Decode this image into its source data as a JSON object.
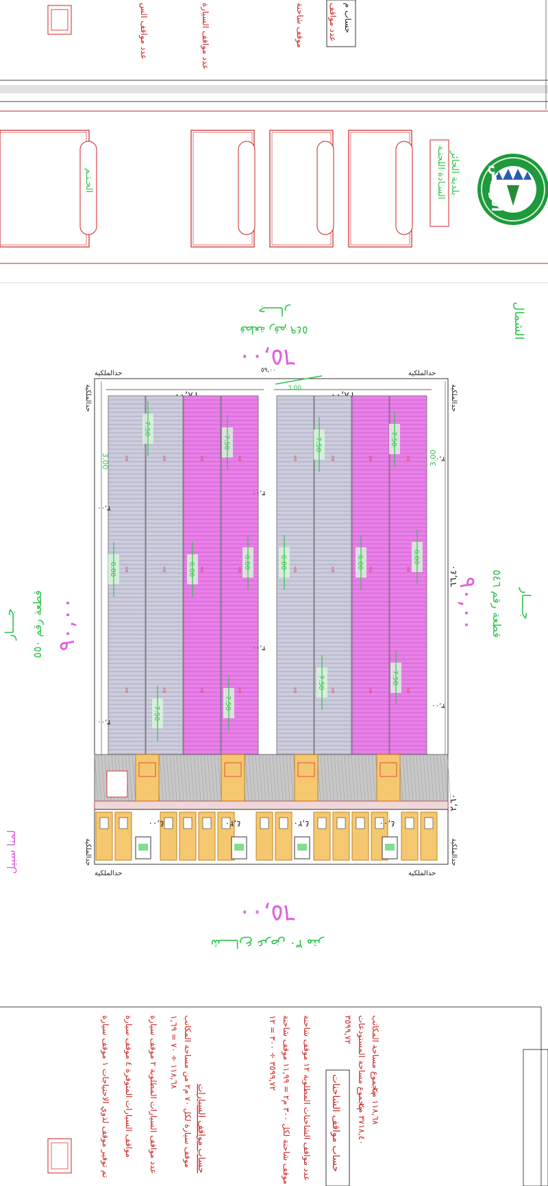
{
  "sheet": {
    "municipality_name": "بلدية الحائر",
    "committee_label": "السـادة اللجنـة",
    "seal_label": "الخـتـم",
    "logo_text": "الرياض"
  },
  "drawing": {
    "north_label": "الشمال",
    "top_neighbor": {
      "label": "جــــار",
      "plot": "قطعة رقم ٥٤٩",
      "length": "٦٥,٠٠"
    },
    "bottom_street": {
      "length": "٦٥,٠٠",
      "label": "شــــارع عرض ٣٠ متر"
    },
    "left_neighbor": {
      "label": "جــــار",
      "plot": "قطعة رقم ٥٥٠",
      "length": "٩٠,٠٠"
    },
    "right_neighbor": {
      "label": "جــــار",
      "plot": "قطعة رقم ٥٤٦",
      "length": "٩٠,٠٠"
    },
    "boundary_label": "حدالملكية",
    "top_dim_small": "٥٩,٠٠",
    "half_width_dims": [
      "٢٨,٠٠",
      "٢٨,٠٠"
    ],
    "side_dims": [
      "٦٦,٤٠",
      "٢,٦٠",
      "٣,٠٠",
      "٣,٠٠",
      "٣,٠٠"
    ],
    "bay_dims": [
      "7.50",
      "6.00",
      "3.00"
    ],
    "driveway_dims": [
      "٤,٢٠",
      "٤,٠٠"
    ],
    "bottom_left_text": "لمنا سبيل",
    "colors": {
      "gray_bay": "#ccccdd",
      "magenta_bay": "#e880e8",
      "parking": "#f5c870",
      "paving": "#aaaaaa",
      "red_line": "#e03030",
      "green_text": "#2ec44a"
    }
  },
  "table_top": {
    "lines": [
      "عدد مواقف",
      "موقف شاحنة",
      "عدد مواقف السيارة",
      "عدد مواقف الس",
      "حساب م"
    ]
  },
  "table_bottom": {
    "header": "حساب مواقف الشاحنات",
    "area_rows": [
      {
        "label": "مجموع مساحة المستودعات",
        "value": "٣٧١٨,٤٠ م٢"
      },
      {
        "label": "مجموع مساحة المكاتب",
        "value": "١١٨,٦٨ م٢"
      },
      {
        "label": "",
        "value": "٣٥٩٩,٧٢"
      }
    ],
    "truck_rows": [
      "عدد مواقف الشاحنات المطلوبة ١٢ موقف شاحنة",
      "موقف شاحنة لكل ٣٠٠ م٢ = ١١,٩٩ موقف شاحنة",
      "٣٥٩٩,٧٢ ÷ ٣٠٠ = ١٢"
    ],
    "car_header": "حساب مواقف السيارات",
    "car_rows": [
      "موقف سيارة لكل ٧٠ م٢ من مساحة المكاتب",
      "١١٨,٦٨ ÷ ٧٠ = ١,٦٩",
      "عدد مواقف السيارات المطلوبة ٢ موقف سيارة",
      "مواقف السيارات المتوفرة ٤ موقف سيارة",
      "تم توفير موقف لذوي الاحتياجات ١ موقف سيارة"
    ]
  }
}
